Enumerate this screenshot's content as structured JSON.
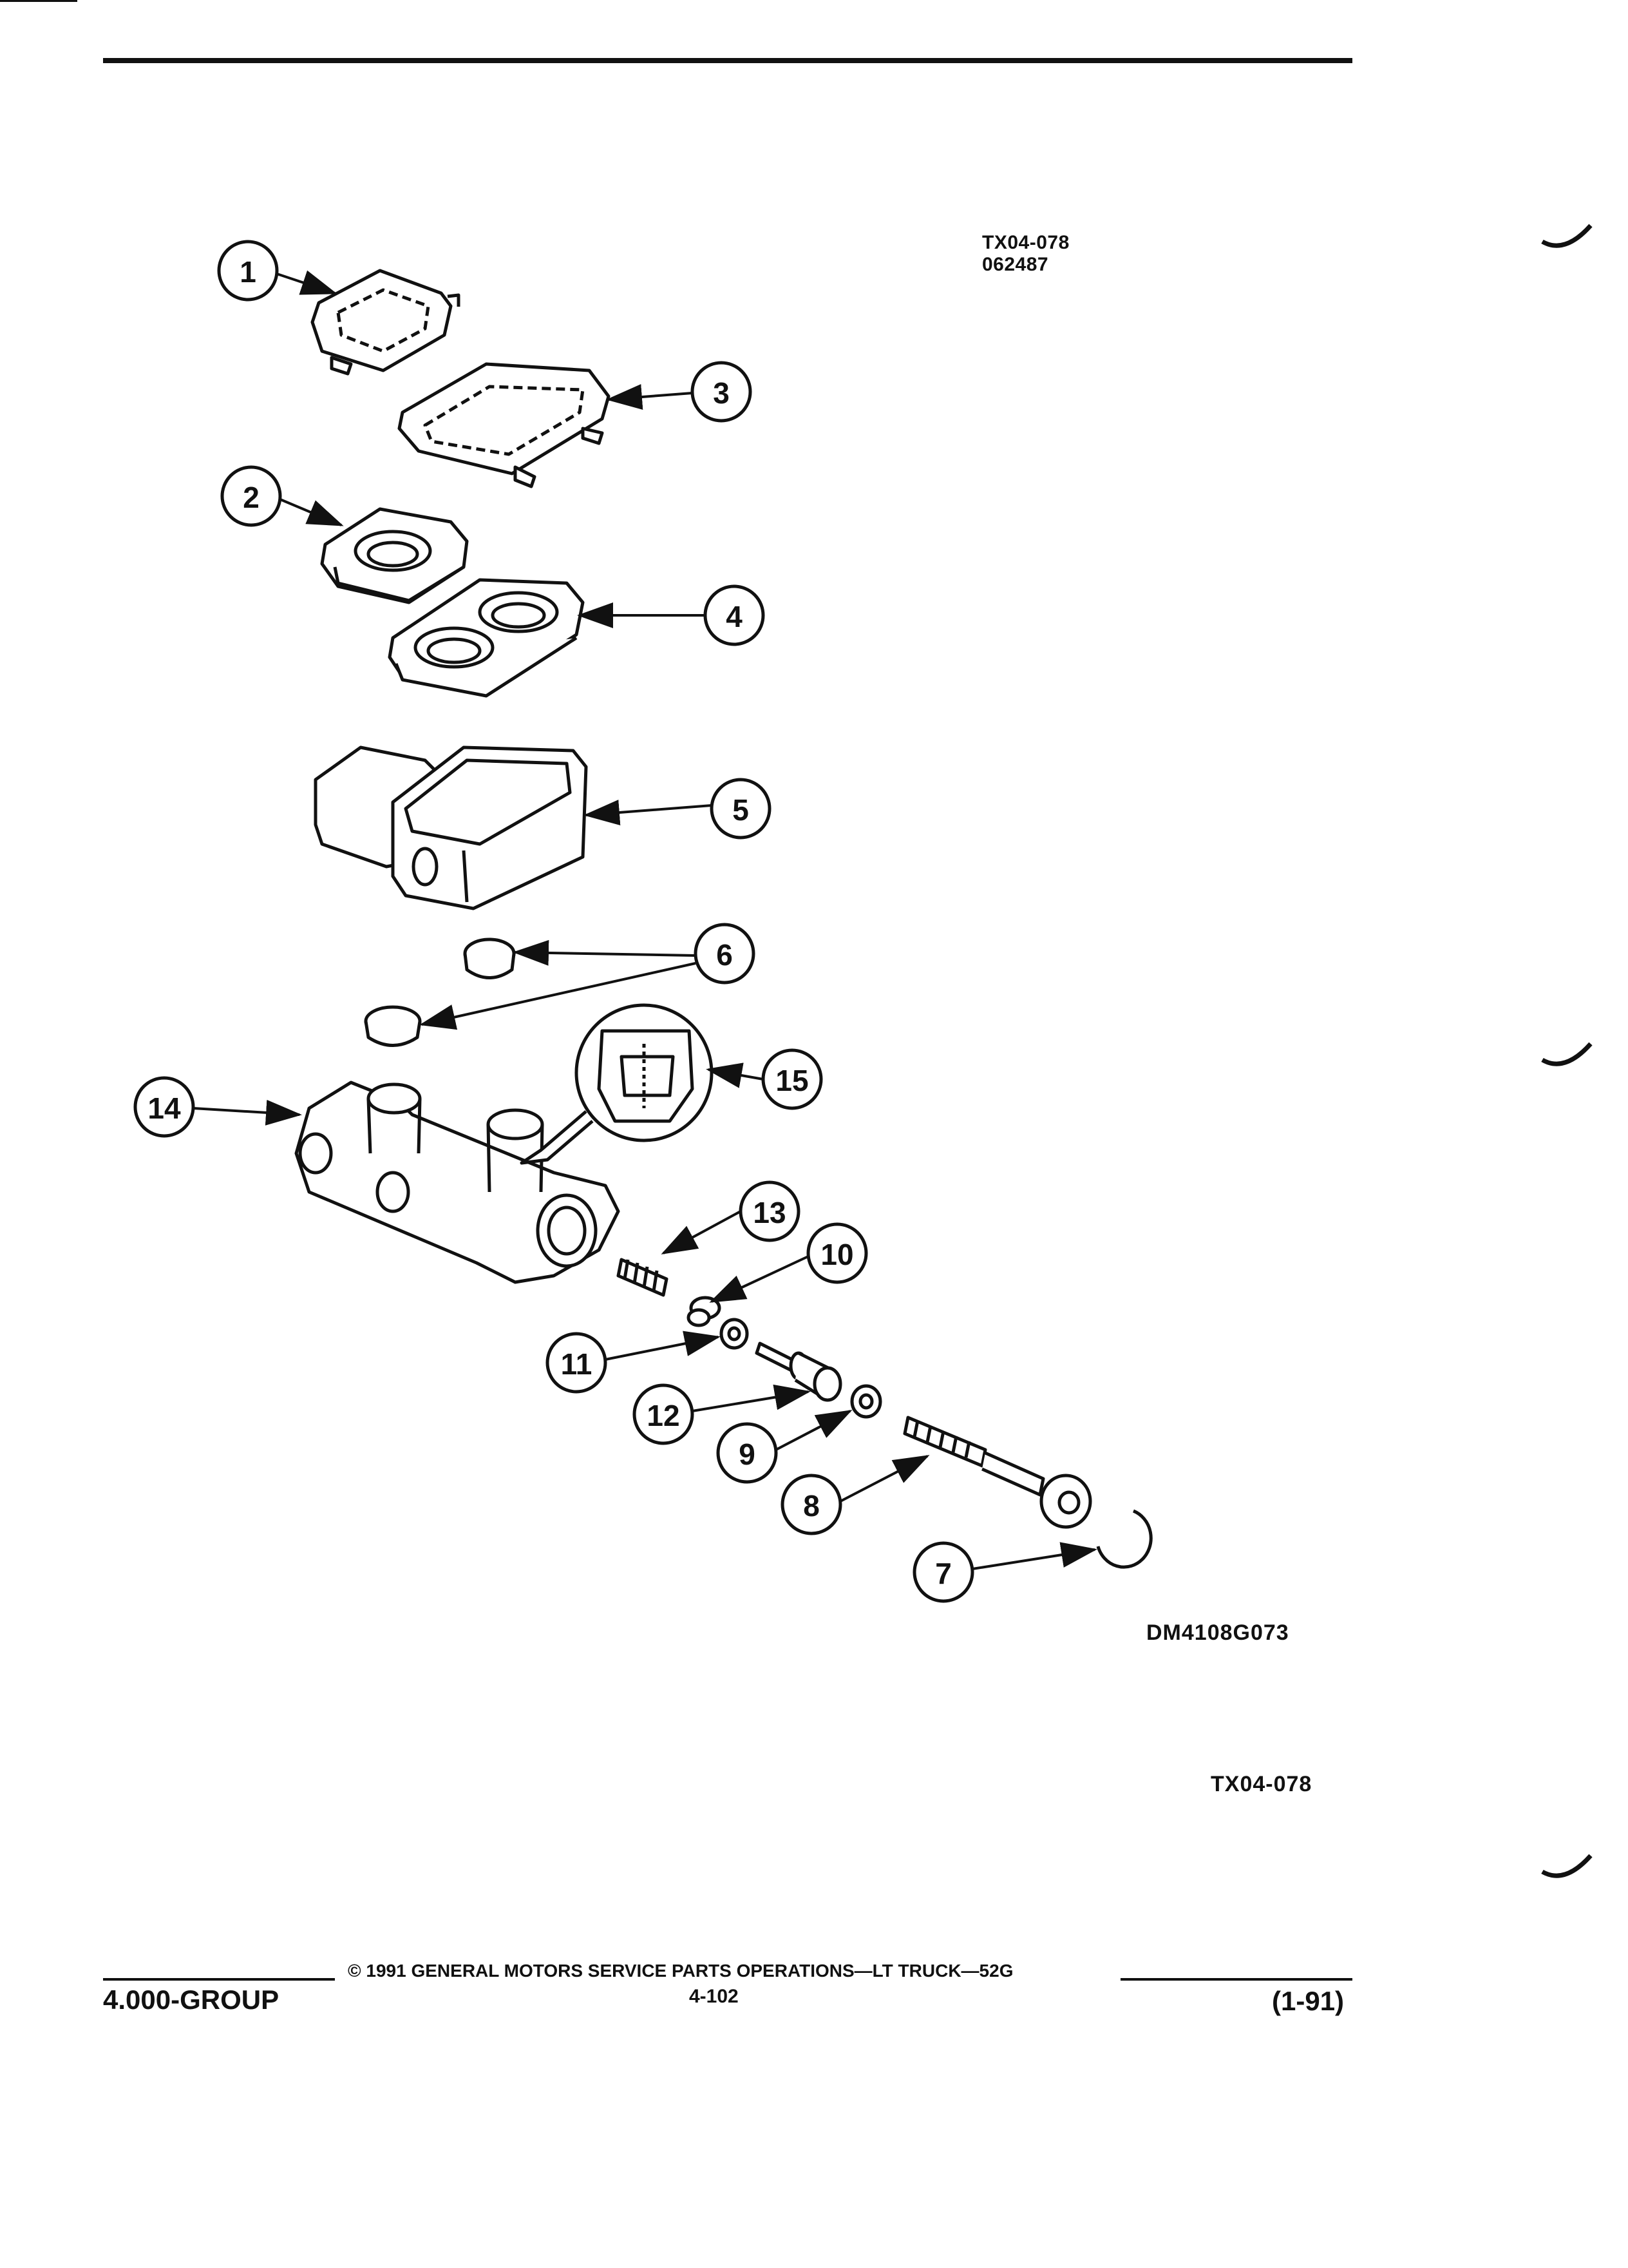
{
  "header": {
    "code_line1": "TX04-078",
    "code_line2": "062487"
  },
  "callouts": [
    {
      "num": "1"
    },
    {
      "num": "2"
    },
    {
      "num": "3"
    },
    {
      "num": "4"
    },
    {
      "num": "5"
    },
    {
      "num": "6"
    },
    {
      "num": "7"
    },
    {
      "num": "8"
    },
    {
      "num": "9"
    },
    {
      "num": "10"
    },
    {
      "num": "11"
    },
    {
      "num": "12"
    },
    {
      "num": "13"
    },
    {
      "num": "14"
    },
    {
      "num": "15"
    }
  ],
  "figure": {
    "drawing_code": "DM4108G073",
    "ref_code": "TX04-078"
  },
  "footer": {
    "group": "4.000-GROUP",
    "copyright": "© 1991 GENERAL MOTORS SERVICE PARTS OPERATIONS—LT TRUCK—52G",
    "page": "4-102",
    "date": "(1-91)"
  }
}
